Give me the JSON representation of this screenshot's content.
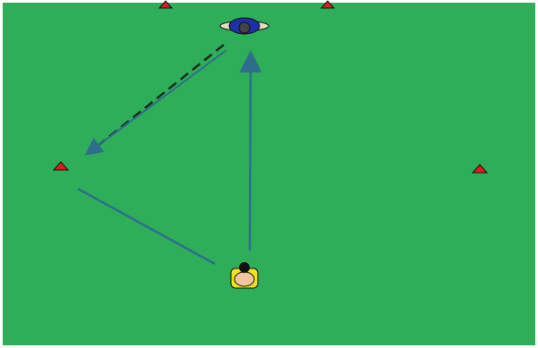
{
  "field": {
    "grass_color": "#2fae5a",
    "border_color": "#ffffff"
  },
  "cones": [
    {
      "name": "cone-top-left",
      "color": "#e01b1b"
    },
    {
      "name": "cone-top-right",
      "color": "#e01b1b"
    },
    {
      "name": "cone-middle-left",
      "color": "#e01b1b"
    },
    {
      "name": "cone-middle-right",
      "color": "#e01b1b"
    }
  ],
  "players": [
    {
      "name": "player-top-blue",
      "role": "receiver",
      "shirt_color": "#1f2fa8",
      "head_color": "#444444"
    },
    {
      "name": "player-bottom-yellow",
      "role": "passer",
      "shirt_color": "#f2e21b",
      "head_color": "#111111"
    }
  ],
  "arrows": {
    "run_color": "#2e6e8c",
    "pass_color": "#1a2a1a",
    "items": [
      {
        "name": "run-arrow-up",
        "style": "solid"
      },
      {
        "name": "pass-arrow-dashed",
        "style": "dashed"
      },
      {
        "name": "run-line-diagonal",
        "style": "solid"
      }
    ]
  },
  "icons": [
    "cone-icon",
    "player-icon",
    "arrow-icon"
  ]
}
